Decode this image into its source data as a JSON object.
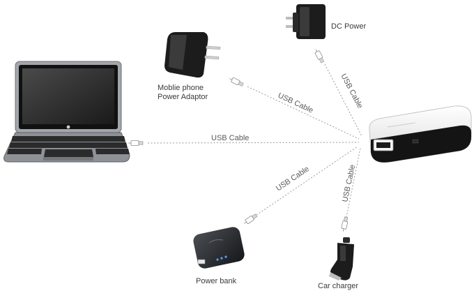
{
  "labels": {
    "dc_power": "DC Power",
    "mobile_adaptor_line1": "Moblie phone",
    "mobile_adaptor_line2": "Power Adaptor",
    "power_bank": "Power bank",
    "car_charger": "Car charger"
  },
  "cables": {
    "laptop": "USB Cable",
    "adaptor": "USB Cable",
    "dc_power": "USB Cable",
    "power_bank": "USB Cable",
    "car_charger": "USB Cable"
  },
  "icons": {
    "laptop": "laptop-icon",
    "wall_adaptor": "wall-adaptor-icon",
    "dc_plug": "dc-power-plug-icon",
    "power_bank": "power-bank-icon",
    "car_charger": "car-charger-icon",
    "router": "portable-router-icon",
    "usb_plug": "usb-plug-icon"
  },
  "colors": {
    "cable": "#9a9a9a",
    "device_dark": "#1c1c1c",
    "laptop_body": "#8e9196"
  }
}
